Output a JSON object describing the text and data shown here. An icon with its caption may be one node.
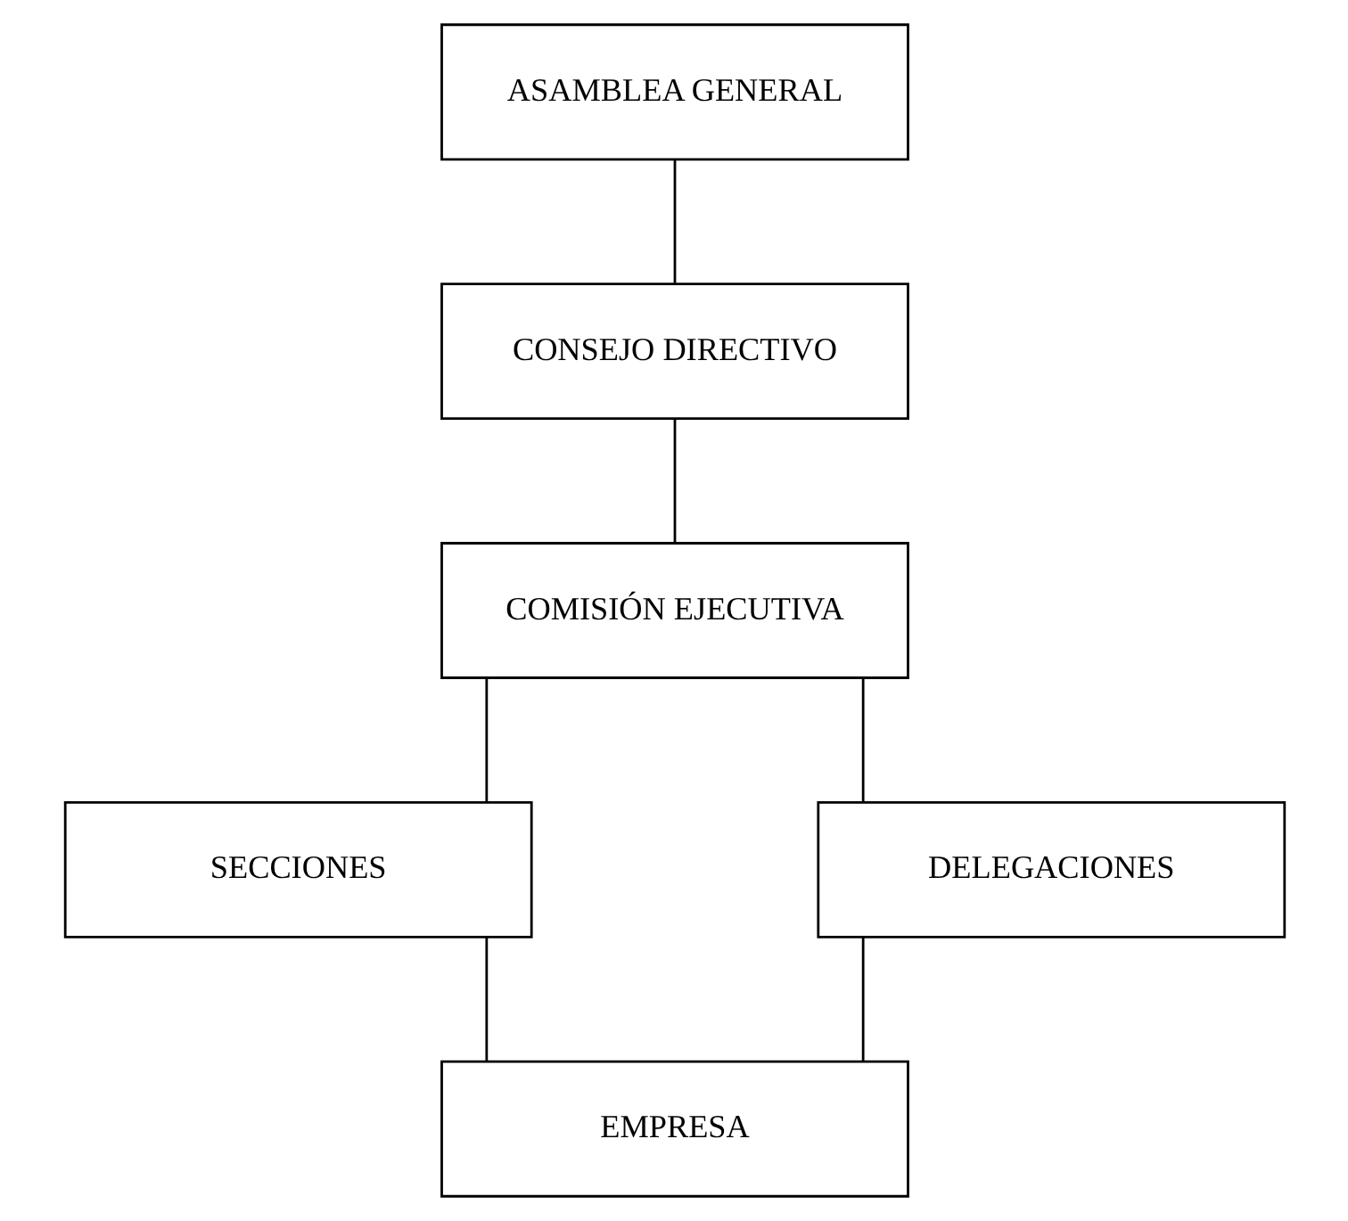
{
  "diagram": {
    "nodes": [
      {
        "text": [
          "ASAMBLEA GENERAL"
        ]
      },
      {
        "text": [
          "CONSEJO DIRECTIVO"
        ]
      },
      {
        "text": [
          "COMISIÓN EJECUTIVA"
        ]
      },
      {
        "text": [
          "SECCIONES"
        ]
      },
      {
        "text": [
          "DELEGACIONES"
        ]
      },
      {
        "text": [
          "EMPRESA"
        ]
      }
    ],
    "edges": [
      {
        "from": 0,
        "to": 1,
        "arrow": "none"
      },
      {
        "from": 1,
        "to": 2,
        "arrow": "none"
      },
      {
        "from": 2,
        "to": 3,
        "arrow": "none"
      },
      {
        "from": 2,
        "to": 4,
        "arrow": "none"
      },
      {
        "from": 3,
        "to": 5,
        "arrow": "none"
      },
      {
        "from": 4,
        "to": 5,
        "arrow": "none"
      }
    ]
  }
}
